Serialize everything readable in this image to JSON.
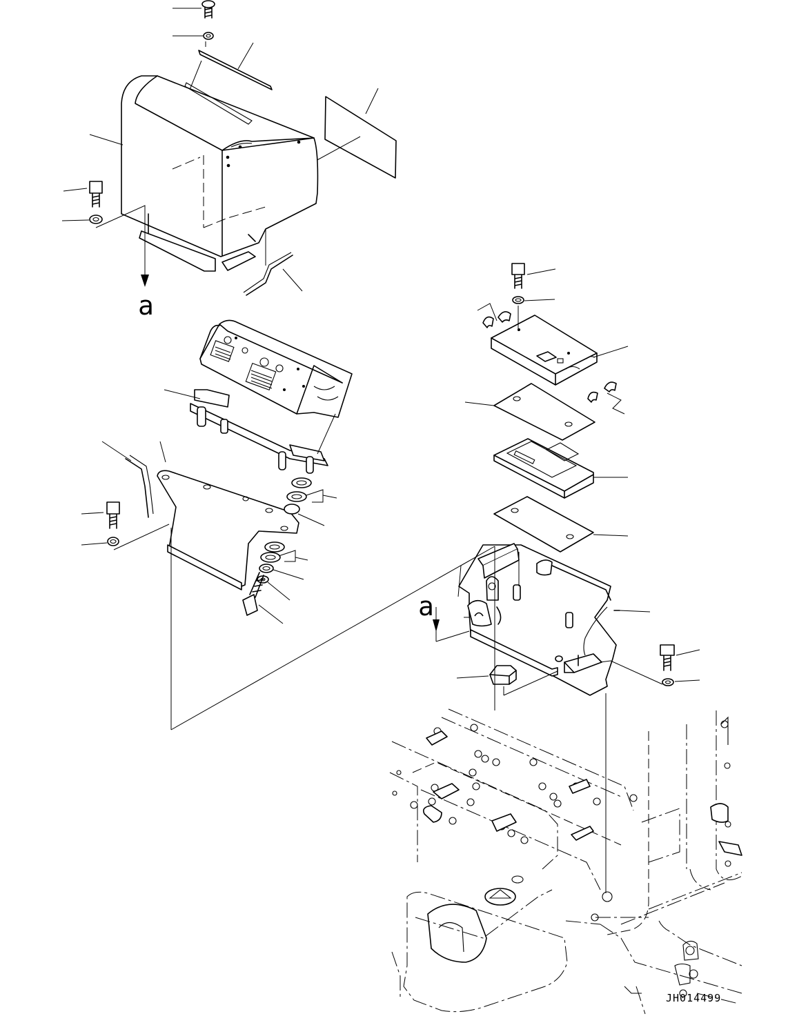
{
  "diagram": {
    "view_labels": [
      "a",
      "a"
    ],
    "drawing_id": "JH014499"
  }
}
